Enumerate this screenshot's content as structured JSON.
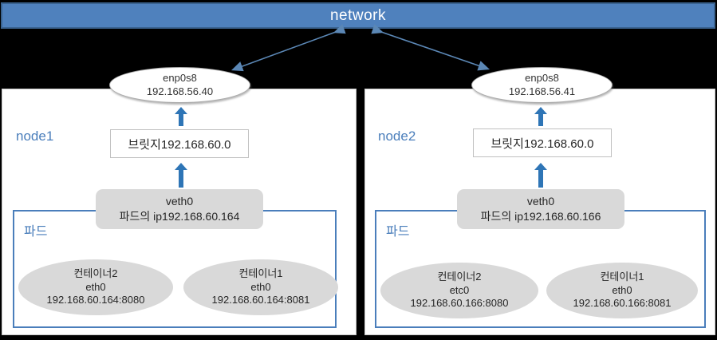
{
  "banner": {
    "label": "network"
  },
  "colors": {
    "banner_blue": "#4f81bd",
    "arrow_blue": "#2e75b6",
    "connector_blue": "#5b87b5",
    "label_blue": "#4a7ebb",
    "shape_gray": "#d9d9d9",
    "background": "#000000"
  },
  "nodes": [
    {
      "label": "node1",
      "interface": {
        "name": "enp0s8",
        "ip": "192.168.56.40"
      },
      "bridge_label": "브릿지192.168.60.0",
      "veth": {
        "name": "veth0",
        "pod_ip": "파드의 ip192.168.60.164"
      },
      "pod": {
        "label": "파드",
        "containers": [
          {
            "name": "컨테이너2",
            "iface": "eth0",
            "addr": "192.168.60.164:8080"
          },
          {
            "name": "컨테이너1",
            "iface": "eth0",
            "addr": "192.168.60.164:8081"
          }
        ]
      }
    },
    {
      "label": "node2",
      "interface": {
        "name": "enp0s8",
        "ip": "192.168.56.41"
      },
      "bridge_label": "브릿지192.168.60.0",
      "veth": {
        "name": "veth0",
        "pod_ip": "파드의 ip192.168.60.166"
      },
      "pod": {
        "label": "파드",
        "containers": [
          {
            "name": "컨테이너2",
            "iface": "etc0",
            "addr": "192.168.60.166:8080"
          },
          {
            "name": "컨테이너1",
            "iface": "eth0",
            "addr": "192.168.60.166:8081"
          }
        ]
      }
    }
  ]
}
